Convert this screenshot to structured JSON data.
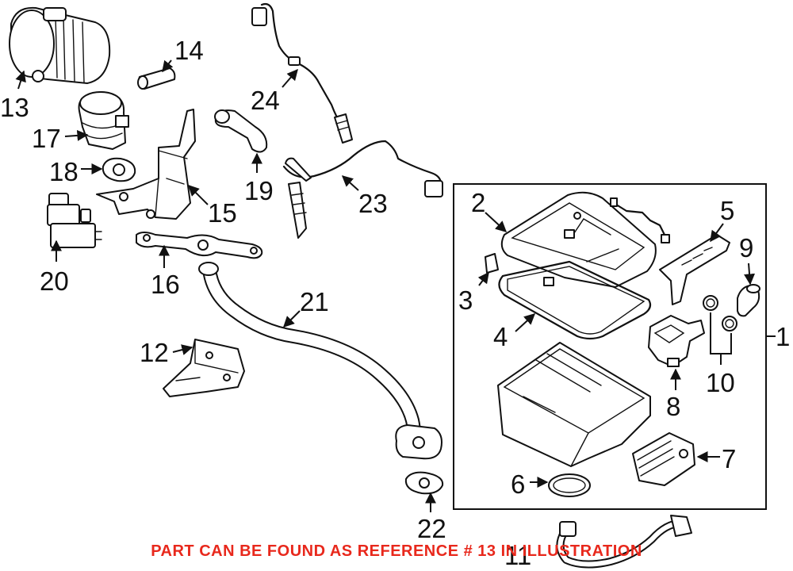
{
  "diagram": {
    "callouts": {
      "c1": "1",
      "c2": "2",
      "c3": "3",
      "c4": "4",
      "c5": "5",
      "c6": "6",
      "c7": "7",
      "c8": "8",
      "c9": "9",
      "c10": "10",
      "c11": "11",
      "c12": "12",
      "c13": "13",
      "c14": "14",
      "c15": "15",
      "c16": "16",
      "c17": "17",
      "c18": "18",
      "c19": "19",
      "c20": "20",
      "c21": "21",
      "c22": "22",
      "c23": "23",
      "c24": "24"
    },
    "line_color": "#111111"
  },
  "footer": {
    "note": "PART CAN BE FOUND AS REFERENCE # 13 IN ILLUSTRATION",
    "note_color": "#e8281c"
  }
}
